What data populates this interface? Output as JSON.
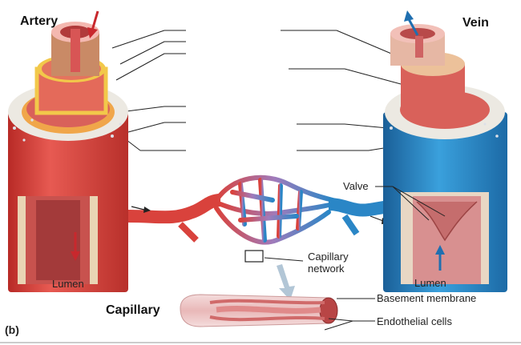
{
  "figure": {
    "panel_tag": "(b)",
    "titles": {
      "artery": "Artery",
      "vein": "Vein",
      "capillary": "Capillary"
    },
    "labels": {
      "valve": "Valve",
      "capillary_network": "Capillary\nnetwork",
      "lumen_artery": "Lumen",
      "lumen_vein": "Lumen",
      "basement_membrane": "Basement membrane",
      "endothelial_cells": "Endothelial cells"
    },
    "blank_label_lines_left": 6,
    "blank_label_lines_right": 4
  },
  "colors": {
    "artery_red": "#d9423c",
    "vein_blue": "#2a86c6",
    "tunica_externa_speckle": "#ece9e2",
    "smooth_muscle": "#d9615a",
    "elastic_layer": "#f2c84a",
    "arrow_red": "#c8282d",
    "arrow_blue": "#1f6fb0"
  }
}
